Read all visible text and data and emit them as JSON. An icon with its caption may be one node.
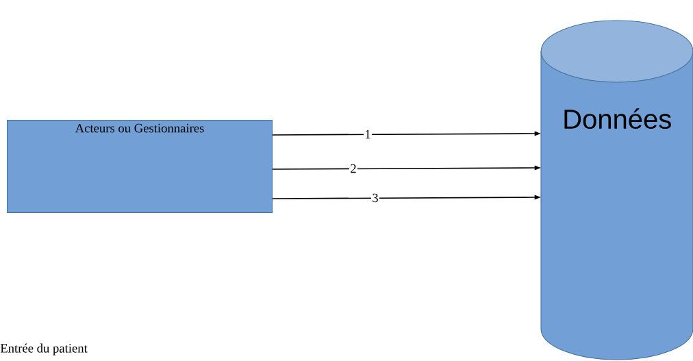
{
  "diagram": {
    "nodes": [
      {
        "text": [
          "Acteurs ou Gestionnaires"
        ]
      },
      {
        "text": [
          "Données"
        ]
      }
    ],
    "edges": [
      {
        "from": 0,
        "to": 1,
        "arrow": "to",
        "label": "1"
      },
      {
        "from": 0,
        "to": 1,
        "arrow": "to",
        "label": "2"
      },
      {
        "from": 0,
        "to": 1,
        "arrow": "to",
        "label": "3"
      }
    ],
    "labels": [
      "Entrée du patient"
    ]
  }
}
